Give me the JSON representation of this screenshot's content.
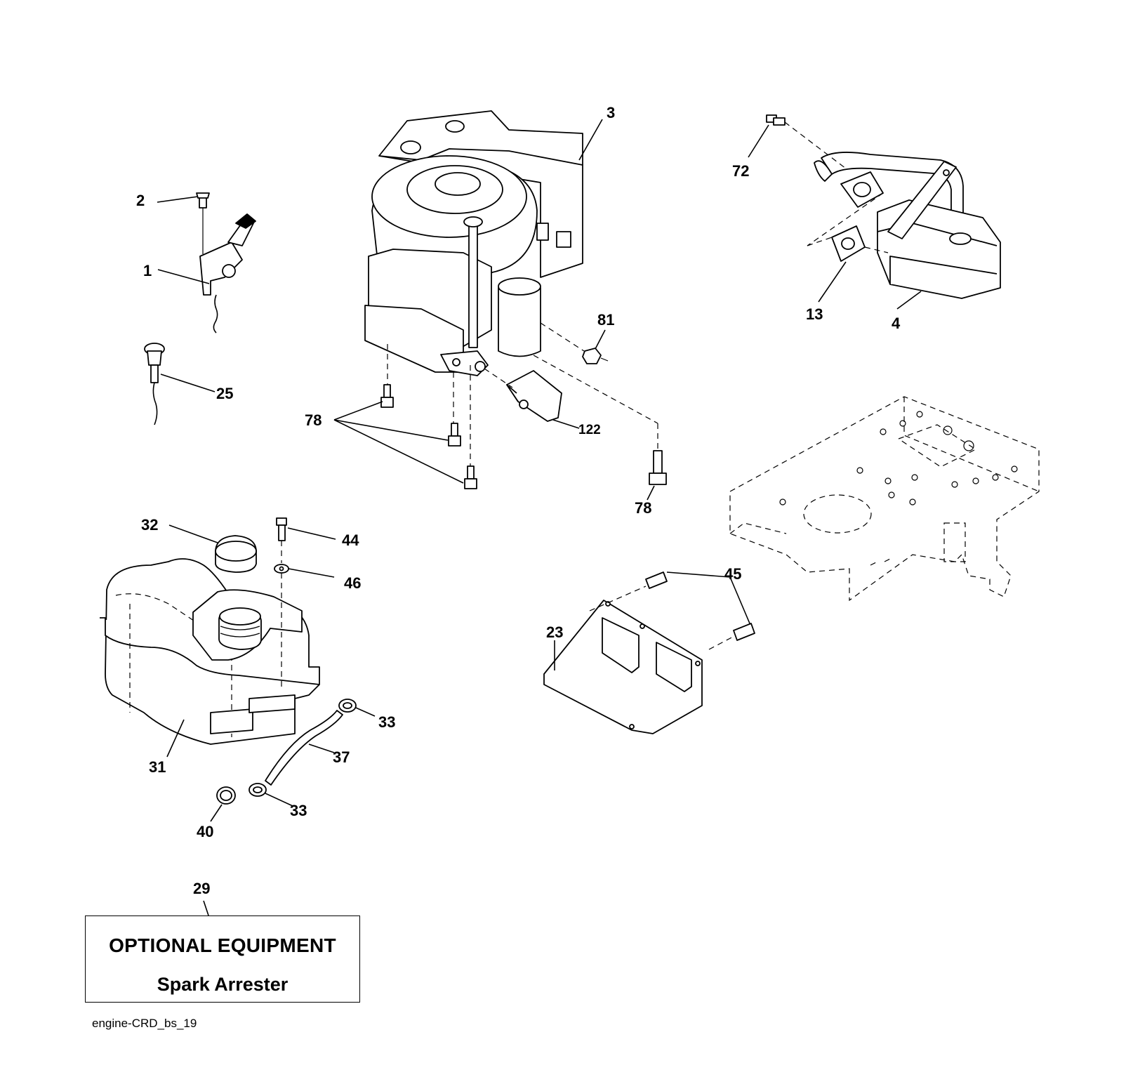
{
  "diagram": {
    "drawing_id": "engine-CRD_bs_19",
    "optional_box": {
      "title": "OPTIONAL EQUIPMENT",
      "subtitle": "Spark Arrester"
    },
    "callouts": [
      {
        "id": "c1",
        "label": "1"
      },
      {
        "id": "c2",
        "label": "2"
      },
      {
        "id": "c3",
        "label": "3"
      },
      {
        "id": "c4",
        "label": "4"
      },
      {
        "id": "c13",
        "label": "13"
      },
      {
        "id": "c23",
        "label": "23"
      },
      {
        "id": "c25",
        "label": "25"
      },
      {
        "id": "c29",
        "label": "29"
      },
      {
        "id": "c31",
        "label": "31"
      },
      {
        "id": "c32",
        "label": "32"
      },
      {
        "id": "c33a",
        "label": "33"
      },
      {
        "id": "c33b",
        "label": "33"
      },
      {
        "id": "c37",
        "label": "37"
      },
      {
        "id": "c40",
        "label": "40"
      },
      {
        "id": "c44",
        "label": "44"
      },
      {
        "id": "c45",
        "label": "45"
      },
      {
        "id": "c46",
        "label": "46"
      },
      {
        "id": "c72",
        "label": "72"
      },
      {
        "id": "c78a",
        "label": "78"
      },
      {
        "id": "c78b",
        "label": "78"
      },
      {
        "id": "c81",
        "label": "81"
      },
      {
        "id": "c122",
        "label": "122"
      }
    ]
  }
}
